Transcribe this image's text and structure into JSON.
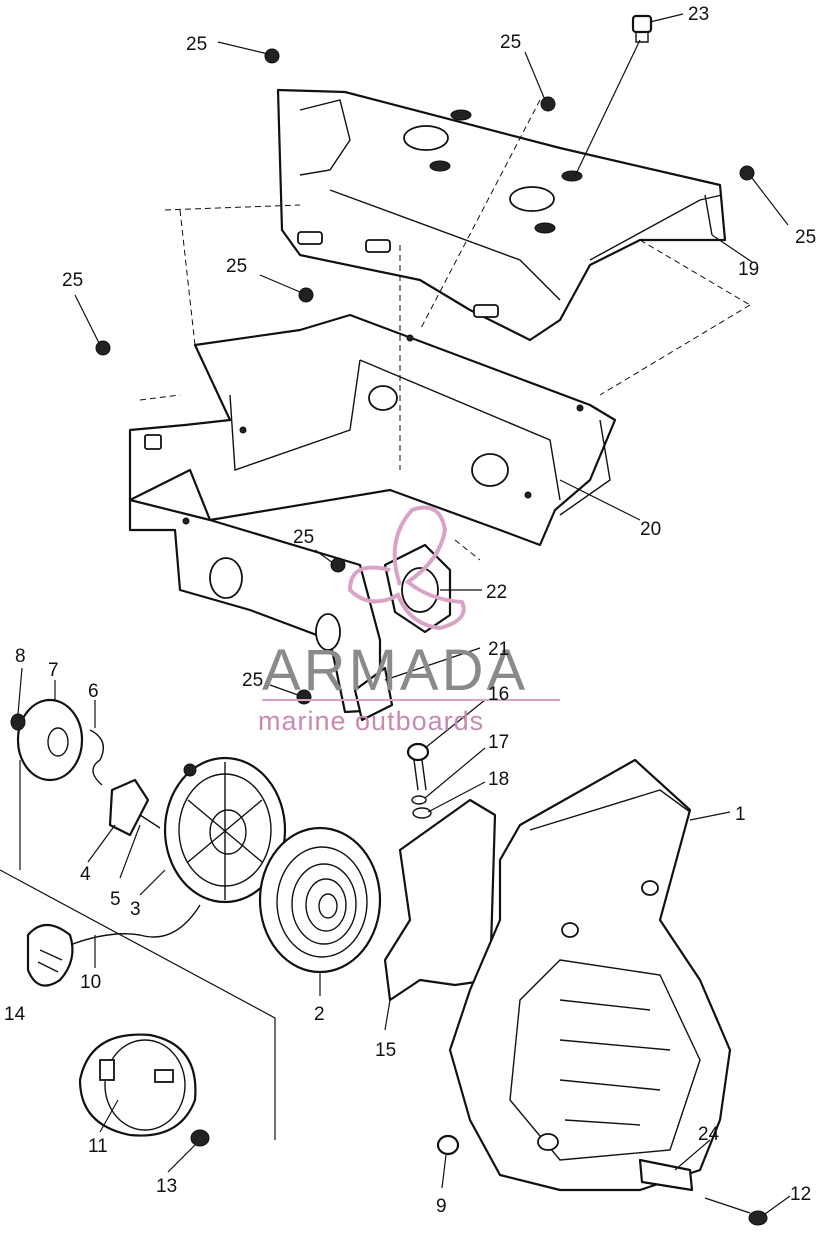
{
  "watermark": {
    "brand": "ARMADA",
    "tagline": "marine outboards",
    "accent_color": "#d9a3c6",
    "text_color": "#8a8a8a"
  },
  "callouts": [
    {
      "id": "c1",
      "label": "1"
    },
    {
      "id": "c2",
      "label": "2"
    },
    {
      "id": "c3",
      "label": "3"
    },
    {
      "id": "c4",
      "label": "4"
    },
    {
      "id": "c5",
      "label": "5"
    },
    {
      "id": "c6",
      "label": "6"
    },
    {
      "id": "c7",
      "label": "7"
    },
    {
      "id": "c8",
      "label": "8"
    },
    {
      "id": "c9",
      "label": "9"
    },
    {
      "id": "c10",
      "label": "10"
    },
    {
      "id": "c11",
      "label": "11"
    },
    {
      "id": "c12",
      "label": "12"
    },
    {
      "id": "c13",
      "label": "13"
    },
    {
      "id": "c14",
      "label": "14"
    },
    {
      "id": "c15",
      "label": "15"
    },
    {
      "id": "c16",
      "label": "16"
    },
    {
      "id": "c17",
      "label": "17"
    },
    {
      "id": "c18",
      "label": "18"
    },
    {
      "id": "c19",
      "label": "19"
    },
    {
      "id": "c20",
      "label": "20"
    },
    {
      "id": "c21",
      "label": "21"
    },
    {
      "id": "c22",
      "label": "22"
    },
    {
      "id": "c23",
      "label": "23"
    },
    {
      "id": "c24",
      "label": "24"
    },
    {
      "id": "c25a",
      "label": "25"
    },
    {
      "id": "c25b",
      "label": "25"
    },
    {
      "id": "c25c",
      "label": "25"
    },
    {
      "id": "c25d",
      "label": "25"
    },
    {
      "id": "c25e",
      "label": "25"
    },
    {
      "id": "c25f",
      "label": "25"
    },
    {
      "id": "c25g",
      "label": "25"
    }
  ]
}
